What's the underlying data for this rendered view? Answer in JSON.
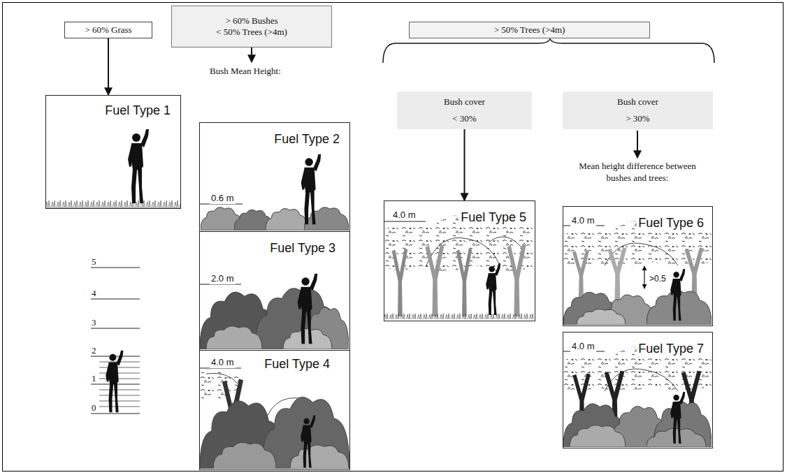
{
  "diagram": {
    "nodes": [
      {
        "text": [
          "> 60% Grass"
        ]
      },
      {
        "text": [
          "> 60% Bushes",
          "< 50% Trees (>4m)"
        ]
      },
      {
        "text": [
          "> 50% Trees (>4m)"
        ]
      },
      {
        "text": [
          "Fuel Type 1"
        ]
      },
      {
        "text": [
          "Fuel Type 2",
          "0.6 m"
        ]
      },
      {
        "text": [
          "Fuel Type 3",
          "2.0 m"
        ]
      },
      {
        "text": [
          "Fuel Type 4",
          "4.0 m"
        ]
      },
      {
        "text": [
          "Bush cover",
          "< 30%"
        ]
      },
      {
        "text": [
          "Bush cover",
          "> 30%"
        ]
      },
      {
        "text": [
          "Fuel Type 5",
          "4.0 m"
        ]
      },
      {
        "text": [
          "Fuel Type 6",
          "4.0 m",
          ">0.5"
        ]
      },
      {
        "text": [
          "Fuel Type 7",
          "4.0 m"
        ]
      }
    ],
    "edges": [
      {
        "from": 0,
        "to": 3,
        "arrow": "to"
      },
      {
        "from": 7,
        "to": 9,
        "arrow": "to"
      }
    ],
    "labels": [
      "Bush Mean Height:",
      "Mean height difference between bushes and trees:",
      "5",
      "4",
      "3",
      "2",
      "1",
      "0"
    ]
  }
}
